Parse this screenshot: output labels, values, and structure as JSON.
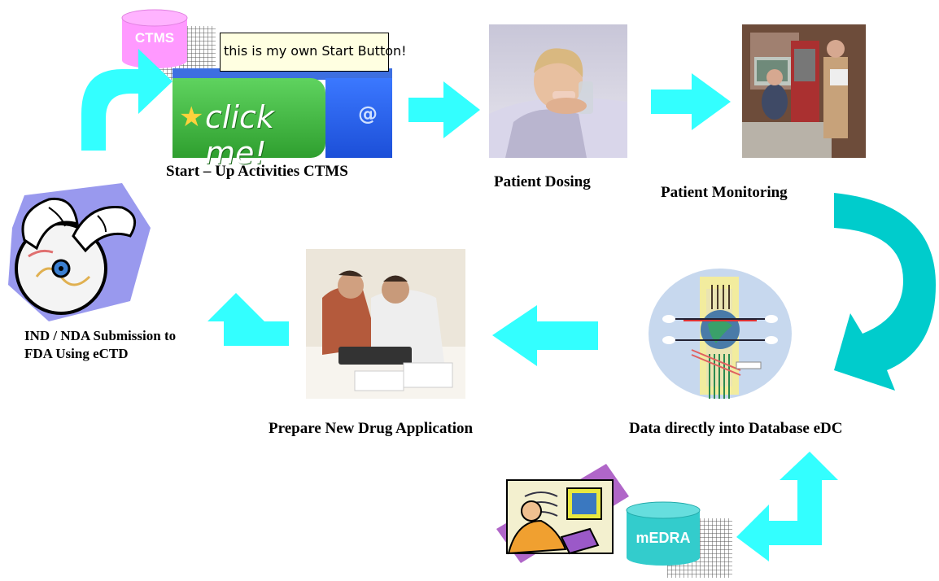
{
  "colors": {
    "arrow": "#33ffff",
    "arrow_curved": "#00cccc",
    "ctms_db": "#ff99ff",
    "medra_db": "#33cccc",
    "start_green": "#3cb43c",
    "start_blue": "#1e50e6",
    "tooltip_bg": "#ffffe1"
  },
  "ctms": {
    "db_label": "CTMS",
    "tooltip": "this is my own Start Button!",
    "button_label": "click me!",
    "caption": "Start – Up Activities CTMS"
  },
  "steps": {
    "dosing": "Patient Dosing",
    "monitoring": "Patient Monitoring",
    "edc": "Data directly into Database eDC",
    "nda": "Prepare New Drug Application",
    "submission_line1": "IND / NDA Submission to",
    "submission_line2": "FDA Using eCTD"
  },
  "medra": {
    "db_label": "mEDRA"
  },
  "icons": {
    "disc": "winged-disc-icon",
    "edc": "network-globe-icon",
    "worker": "computer-worker-icon"
  }
}
